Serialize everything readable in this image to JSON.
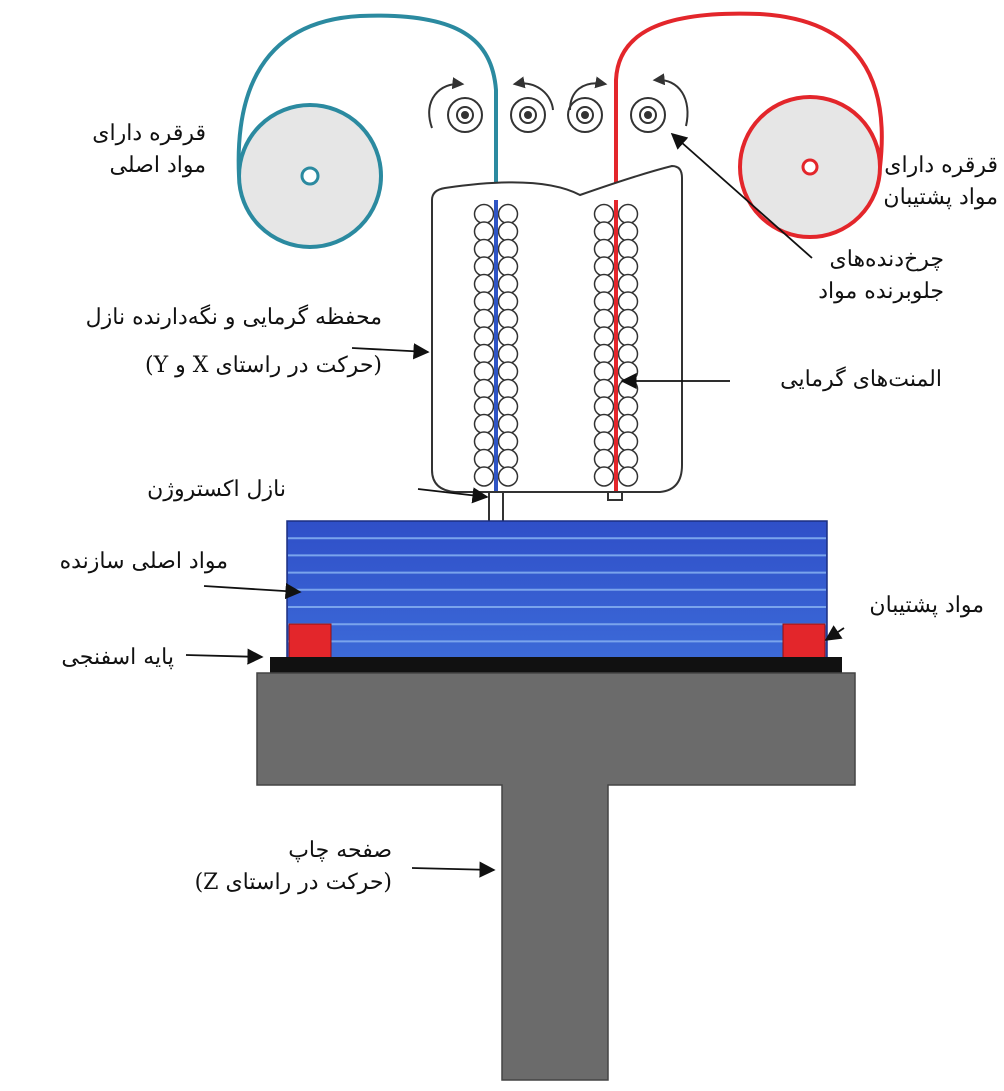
{
  "labels": {
    "model_spool": [
      "قرقره دارای",
      "مواد اصلی"
    ],
    "support_spool": [
      "قرقره دارای",
      "مواد پشتیبان"
    ],
    "drive_wheels": [
      "چرخ‌دنده‌های",
      "جلوبرنده مواد"
    ],
    "liquefier_head": [
      "محفظه گرمایی و نگه‌دارنده نازل",
      "(حرکت در راستای X و Y)"
    ],
    "heating_elements": "المنت‌های گرمایی",
    "extrusion_nozzle": "نازل اکستروژن",
    "build_material": "مواد اصلی سازنده",
    "support_material": "مواد پشتیبان",
    "foam_base": "پایه اسفنجی",
    "build_platform": [
      "صفحه چاپ",
      "(حرکت در راستای Z)"
    ]
  },
  "colors": {
    "model_filament": "#2b8aa0",
    "support_filament": "#e3262b",
    "build_blue": "#3a5bd0",
    "build_line": "#6c9ae8",
    "platform": "#6b6b6b",
    "foam": "#111111"
  }
}
